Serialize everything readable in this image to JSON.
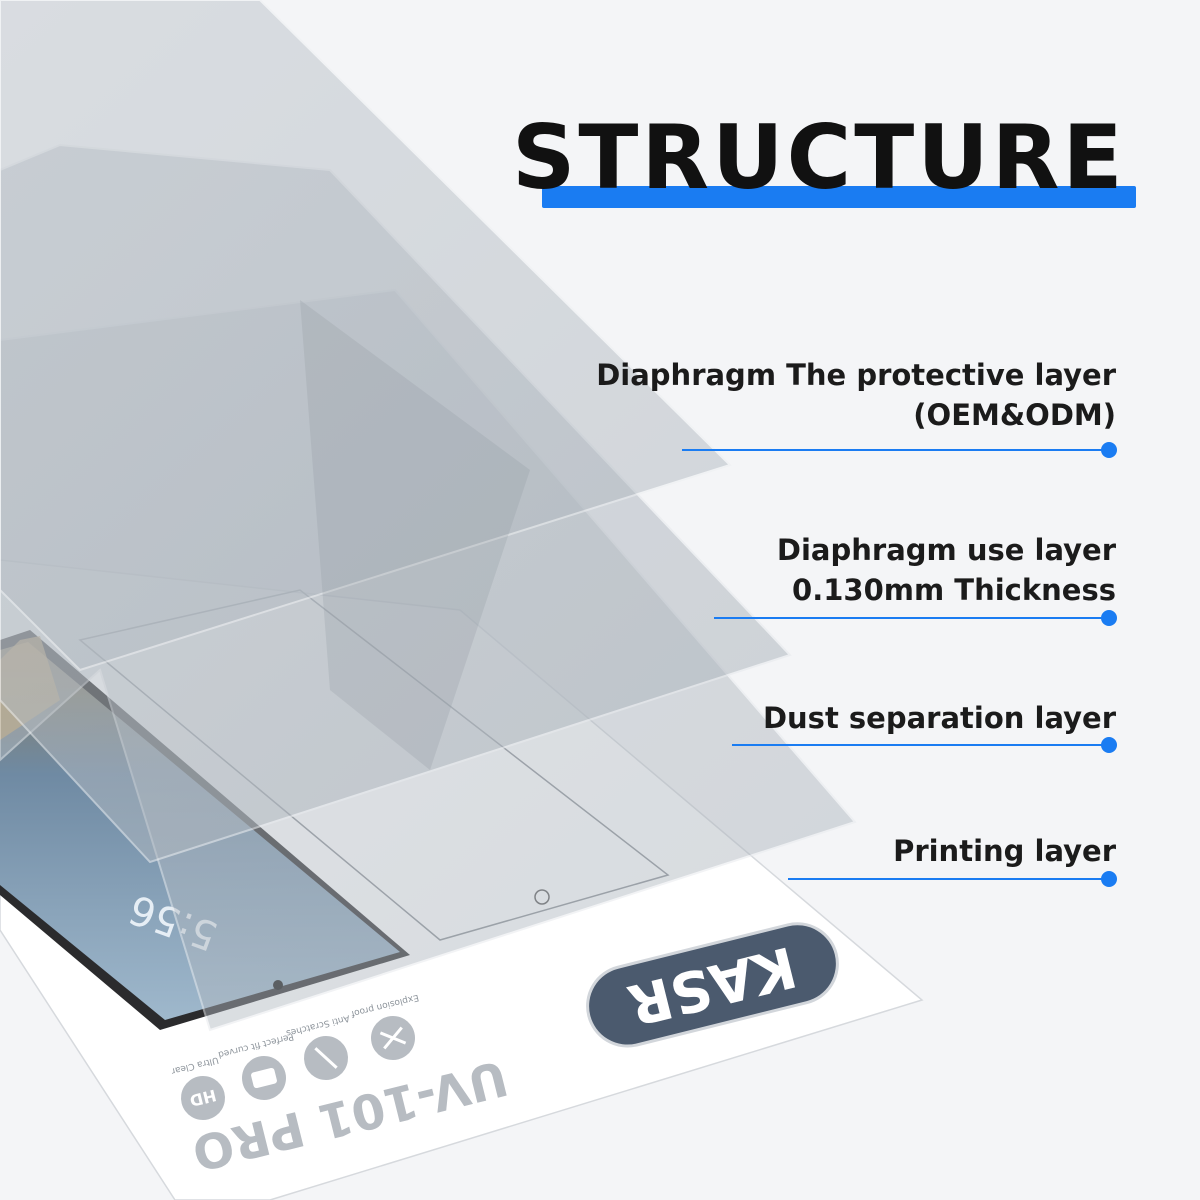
{
  "title": "STRUCTURE",
  "layers": [
    {
      "line1": "Diaphragm The protective layer",
      "line2": "(OEM&ODM)"
    },
    {
      "line1": "Diaphragm use layer",
      "line2": "0.130mm Thickness"
    },
    {
      "line1": "Dust separation layer",
      "line2": ""
    },
    {
      "line1": "Printing layer",
      "line2": ""
    }
  ],
  "card": {
    "brand": "KASR",
    "model": "UV-101 PRO",
    "features": [
      "HD",
      "Ultra Clear",
      "Perfect fit curved",
      "Anti Scratches",
      "Explosion proof"
    ]
  },
  "phone": {
    "time": "5:56"
  },
  "colors": {
    "accent": "#1a7cf2",
    "badge": "#4b5a6e"
  }
}
